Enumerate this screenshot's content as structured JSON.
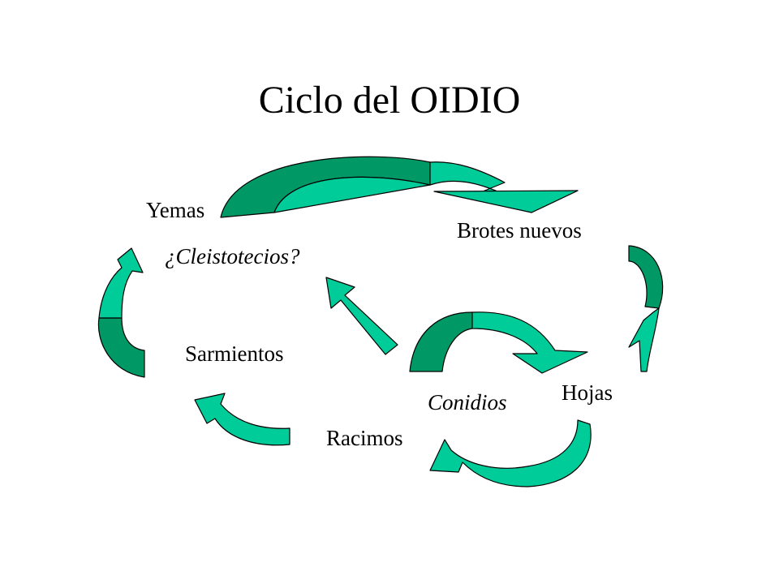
{
  "title": "Ciclo del OIDIO",
  "nodes": {
    "yemas": "Yemas",
    "brotes": "Brotes nuevos",
    "cleistotecios": "¿Cleistotecios?",
    "sarmientos": "Sarmientos",
    "hojas": "Hojas",
    "conidios": "Conidios",
    "racimos": "Racimos"
  },
  "colors": {
    "arrow_light": "#00CC99",
    "arrow_dark": "#009966",
    "outline": "#000000"
  }
}
